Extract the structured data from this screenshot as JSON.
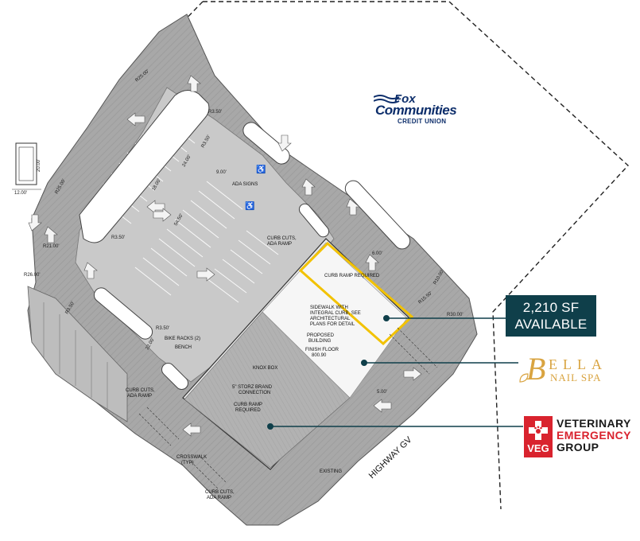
{
  "callouts": {
    "available_line1": "2,210 SF",
    "available_line2": "AVAILABLE"
  },
  "tenants": {
    "bella_initial": "B",
    "bella_rest": "ELLA",
    "bella_sub": "NAIL SPA",
    "veg_abbr": "VEG",
    "veg_line1": "VETERINARY",
    "veg_line2": "EMERGENCY",
    "veg_line3": "GROUP",
    "fox_line1": "Fox",
    "fox_line2": "Communities",
    "fox_line3": "CREDIT UNION"
  },
  "plan_labels": {
    "highway": "HIGHWAY GV",
    "curb_ramp_required_top": "CURB RAMP REQUIRED",
    "sidewalk_note_1": "SIDEWALK WITH",
    "sidewalk_note_2": "INTEGRAL CURB, SEE",
    "sidewalk_note_3": "ARCHITECTURAL",
    "sidewalk_note_4": "PLANS FOR DETAIL",
    "proposed_building_1": "PROPOSED",
    "proposed_building_2": "BUILDING",
    "finish_floor_1": "FINISH FLOOR",
    "finish_floor_2": "800.90",
    "knox_box": "KNOX BOX",
    "storz_1": "5\" STORZ BRAND",
    "storz_2": "CONNECTION",
    "curb_ramp_required_bottom_1": "CURB RAMP",
    "curb_ramp_required_bottom_2": "REQUIRED",
    "bike_racks": "BIKE RACKS (2)",
    "bench": "BENCH",
    "ada_signs": "ADA SIGNS",
    "curb_cuts_ada_1a": "CURB CUTS,",
    "curb_cuts_ada_1b": "ADA RAMP",
    "curb_cuts_ada_2a": "CURB CUTS,",
    "curb_cuts_ada_2b": "ADA RAMP",
    "curb_cuts_ada_3a": "CURB CUTS,",
    "curb_cuts_ada_3b": "ADA RAMP",
    "crosswalk_1": "CROSSWALK",
    "crosswalk_2": "(TYP)",
    "existing": "EXISTING"
  },
  "dimensions": {
    "r25_top": "R25.00'",
    "r350_a": "R3.50'",
    "r350_b": "R3.50'",
    "r350_c": "R3.50'",
    "r350_d": "R3.50'",
    "r350_e": "R3.50'",
    "r2500_left": "R25.00'",
    "r2100": "R21.00'",
    "r2600": "R26.00'",
    "r1550": "R15.50'",
    "r3000": "R30.00'",
    "r10": "R10.00'",
    "d1200": "12.00'",
    "d2000": "20.00'",
    "d2400": "24.00'",
    "d5450": "54.50'",
    "d900": "9.00'",
    "d1800": "18.00'",
    "d600": "6.00'",
    "d2200": "22.00'",
    "d500": "5.00'"
  },
  "colors": {
    "callout_bg": "#0f3f4a",
    "highlight_outline": "#f2c200",
    "bella_gold": "#d9a441",
    "veg_red": "#d9232e",
    "fox_blue": "#0d2e6b",
    "pavement": "#a9a9a9"
  }
}
